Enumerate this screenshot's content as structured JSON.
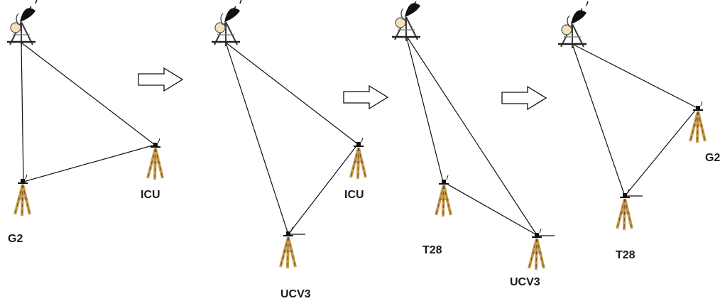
{
  "panels": [
    {
      "stations": [
        {
          "id": "base",
          "type": "gnss-base",
          "label": ""
        },
        {
          "id": "g2",
          "type": "tripod",
          "label": "G2"
        },
        {
          "id": "icu",
          "type": "tripod",
          "label": "ICU"
        }
      ],
      "baselines": [
        [
          "base",
          "g2"
        ],
        [
          "base",
          "icu"
        ],
        [
          "g2",
          "icu"
        ]
      ]
    },
    {
      "stations": [
        {
          "id": "base",
          "type": "gnss-base",
          "label": ""
        },
        {
          "id": "icu",
          "type": "tripod",
          "label": "ICU"
        },
        {
          "id": "ucv3",
          "type": "tripod",
          "label": "UCV3"
        }
      ],
      "baselines": [
        [
          "base",
          "icu"
        ],
        [
          "base",
          "ucv3"
        ],
        [
          "icu",
          "ucv3"
        ]
      ]
    },
    {
      "stations": [
        {
          "id": "base",
          "type": "gnss-base",
          "label": ""
        },
        {
          "id": "t28",
          "type": "tripod",
          "label": "T28"
        },
        {
          "id": "ucv3",
          "type": "tripod",
          "label": "UCV3"
        }
      ],
      "baselines": [
        [
          "base",
          "t28"
        ],
        [
          "base",
          "ucv3"
        ],
        [
          "t28",
          "ucv3"
        ]
      ]
    },
    {
      "stations": [
        {
          "id": "base",
          "type": "gnss-base",
          "label": ""
        },
        {
          "id": "g2",
          "type": "tripod",
          "label": "G2"
        },
        {
          "id": "t28",
          "type": "tripod",
          "label": "T28"
        }
      ],
      "baselines": [
        [
          "base",
          "g2"
        ],
        [
          "base",
          "t28"
        ],
        [
          "g2",
          "t28"
        ]
      ]
    }
  ],
  "transitions": [
    {
      "icon": "right-arrow-icon"
    },
    {
      "icon": "right-arrow-icon"
    },
    {
      "icon": "right-arrow-icon"
    }
  ],
  "colors": {
    "line": "#111111",
    "tripod_wood": "#c89a4a",
    "tripod_dark": "#6b4a1e",
    "dish": "#111111",
    "label": "#1a1a1a"
  }
}
